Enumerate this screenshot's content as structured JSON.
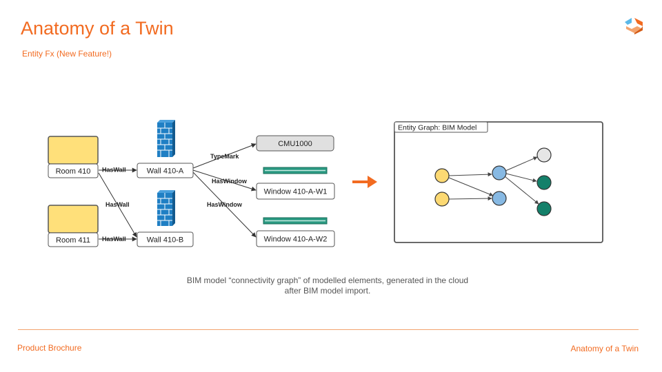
{
  "header": {
    "title": "Anatomy of a Twin",
    "subtitle": "Entity Fx (New Feature!)"
  },
  "colors": {
    "accent": "#f26b21",
    "room_yellow": "#ffe07a",
    "wall_blue": "#1f7fc4",
    "window_green": "#2a9a82",
    "node_yellow": "#fcd973",
    "node_blue": "#87b9e3",
    "node_green": "#14806a",
    "node_grey": "#e6e6e6"
  },
  "bim_graph": {
    "nodes": {
      "room_410": "Room 410",
      "room_411": "Room 411",
      "wall_410a": "Wall 410-A",
      "wall_410b": "Wall 410-B",
      "cmu": "CMU1000",
      "window_w1": "Window 410-A-W1",
      "window_w2": "Window 410-A-W2"
    },
    "edges": {
      "haswall_1": "HasWall",
      "haswall_2": "HasWall",
      "haswall_3": "HasWall",
      "typemark": "TypeMark",
      "haswindow_1": "HasWindow",
      "haswindow_2": "HasWindow"
    }
  },
  "entity_graph": {
    "title": "Entity Graph: BIM Model"
  },
  "caption": {
    "line1": "BIM model “connectivity graph” of modelled elements, generated in the cloud",
    "line2": "after BIM model import."
  },
  "footer": {
    "left": "Product Brochure",
    "right": "Anatomy of a Twin"
  }
}
